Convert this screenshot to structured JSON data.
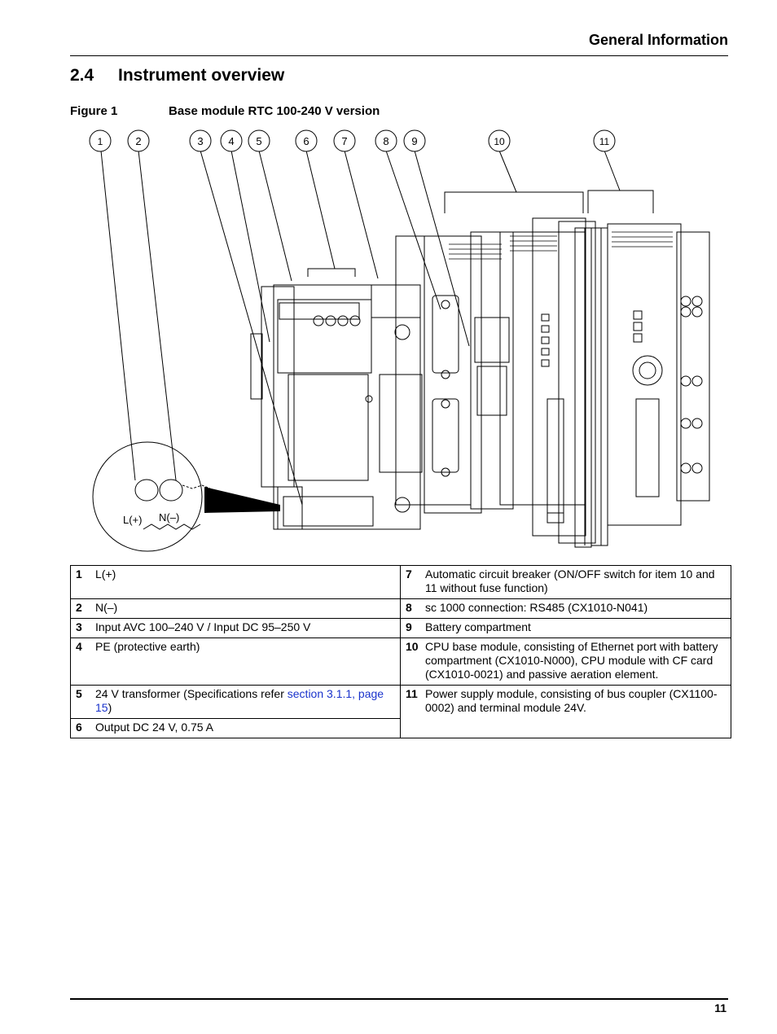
{
  "header": {
    "title": "General Information",
    "page_number": "11"
  },
  "section": {
    "number": "2.4",
    "title": "Instrument overview"
  },
  "figure": {
    "label": "Figure 1",
    "caption": "Base module RTC 100-240 V version",
    "callouts": [
      "1",
      "2",
      "3",
      "4",
      "5",
      "6",
      "7",
      "8",
      "9",
      "10",
      "11"
    ],
    "inset_labels": {
      "left": "L(+)",
      "right": "N(–)"
    }
  },
  "legend": {
    "rows": [
      {
        "left": {
          "num": "1",
          "text": "L(+)"
        },
        "right": {
          "num": "7",
          "text": "Automatic circuit breaker (ON/OFF switch for item 10 and 11 without fuse function)"
        }
      },
      {
        "left": {
          "num": "2",
          "text": "N(–)"
        },
        "right": {
          "num": "8",
          "text": "sc 1000 connection: RS485 (CX1010-N041)"
        }
      },
      {
        "left": {
          "num": "3",
          "text": "Input AVC 100–240 V / Input DC 95–250 V"
        },
        "right": {
          "num": "9",
          "text": "Battery compartment"
        }
      },
      {
        "left": {
          "num": "4",
          "text": "PE (protective earth)"
        },
        "right": {
          "num": "10",
          "text": "CPU base module, consisting of Ethernet port with battery compartment (CX1010-N000), CPU module with CF card (CX1010-0021) and passive aeration element."
        }
      },
      {
        "left": {
          "num": "5",
          "text_before": "24 V transformer (Specifications refer ",
          "link": "section 3.1.1, page 15",
          "text_after": ")"
        },
        "right": {
          "num": "11",
          "text": "Power supply module, consisting of bus coupler (CX1100-0002) and terminal module 24V."
        }
      },
      {
        "left": {
          "num": "6",
          "text": "Output DC 24 V, 0.75 A"
        }
      }
    ]
  }
}
